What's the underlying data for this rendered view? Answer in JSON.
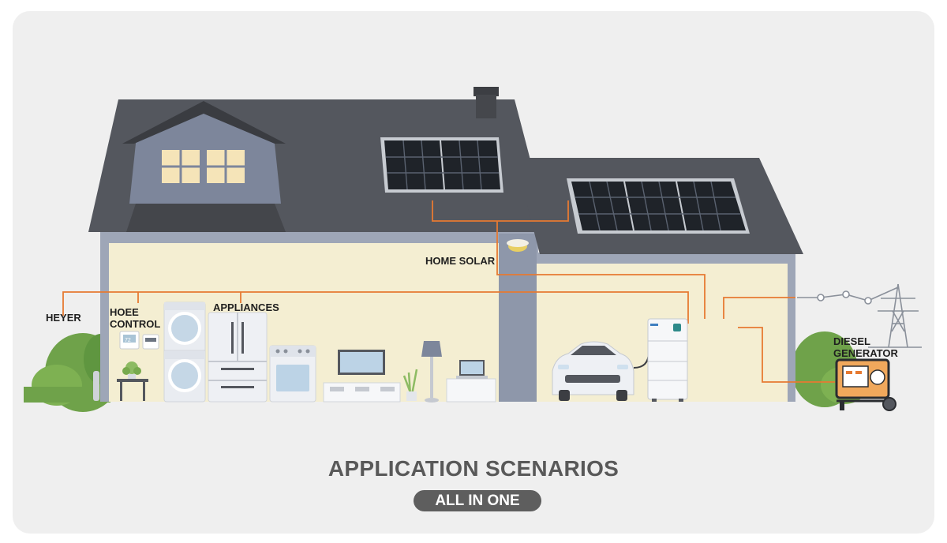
{
  "labels": {
    "home_solar": "HOME SOLAR",
    "heyer": "HEYER",
    "hoee_control": "HOEE\nCONTROL",
    "appliances": "APPLIANCES",
    "diesel_generator": "DIESEL\nGENERATOR"
  },
  "title": "APPLICATION SCENARIOS",
  "subtitle": "ALL IN ONE",
  "thermostat_reading": "72",
  "colors": {
    "background_card": "#efefef",
    "roof": "#54575e",
    "wall": "#f4eed2",
    "wire": "#e67a32",
    "solar_panel": "#1f2329",
    "shrub": "#6fa24a",
    "generator": "#f0a85c",
    "badge": "#5e5e5e",
    "title_text": "#595959"
  },
  "icons": [
    "solar-panel-icon",
    "ceiling-light-icon",
    "thermostat-icon",
    "washer-dryer-icon",
    "refrigerator-icon",
    "oven-icon",
    "tv-icon",
    "floor-lamp-icon",
    "laptop-icon",
    "electric-car-icon",
    "battery-storage-icon",
    "diesel-generator-icon",
    "power-tower-icon",
    "shrub-icon",
    "plant-icon"
  ]
}
